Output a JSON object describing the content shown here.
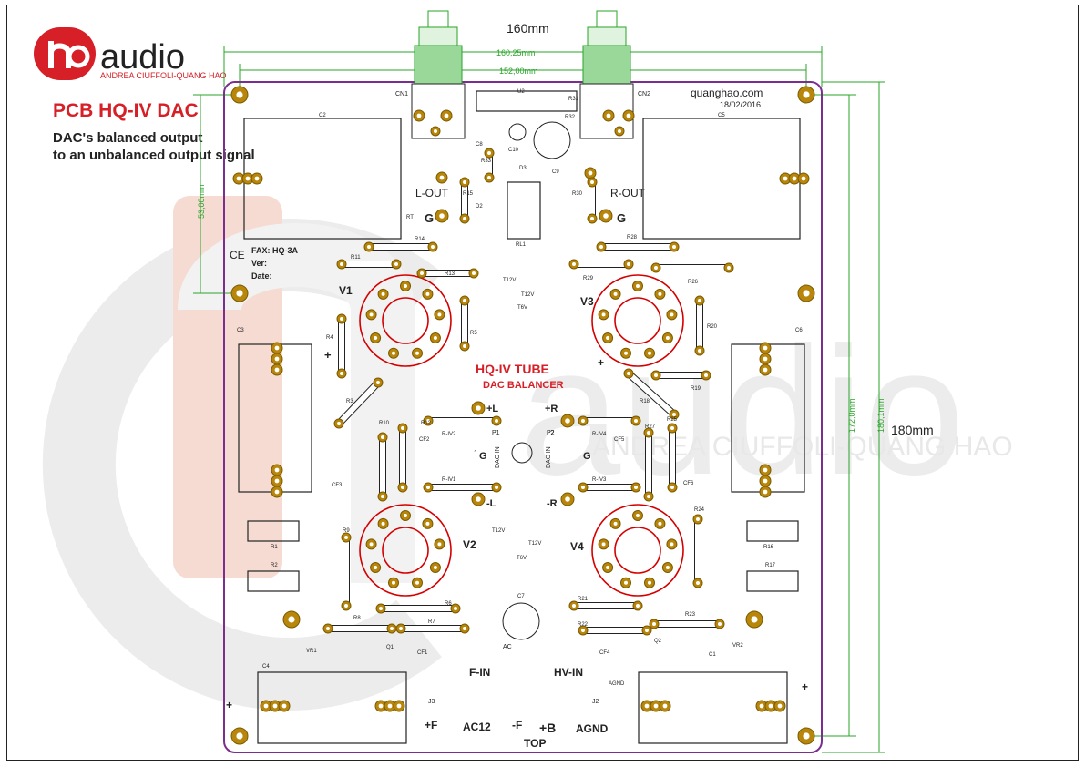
{
  "header": {
    "logo_text": "audio",
    "logo_sub": "ANDREA CIUFFOLI-QUANG HAO",
    "title": "PCB HQ-IV DAC",
    "desc_line1": "DAC's balanced output",
    "desc_line2": "to an unbalanced output signal"
  },
  "dimensions": {
    "width_top": "160mm",
    "width_outer": "160,25mm",
    "width_inner": "152,00mm",
    "height_left": "53,00mm",
    "height_inner": "172,0mm",
    "height_outer": "180,1mm",
    "height_label": "180mm"
  },
  "board": {
    "site": "quanghao.com",
    "date": "18/02/2016",
    "fax_label": "FAX: HQ-3A",
    "ver_label": "Ver:",
    "date_label": "Date:",
    "ce_mark": "CE",
    "center_title": "HQ-IV TUBE",
    "center_sub": "DAC BALANCER",
    "top_label": "TOP",
    "watermark": "audio",
    "watermark_sub": "ANDREA CIUFFOLI-QUANG HAO"
  },
  "tubes": [
    "V1",
    "V2",
    "V3",
    "V4"
  ],
  "connectors": {
    "cn1": "CN1",
    "cn2": "CN2",
    "l_out": "L-OUT",
    "r_out": "R-OUT",
    "g": "G",
    "plus_l": "+L",
    "minus_l": "-L",
    "plus_r": "+R",
    "minus_r": "-R",
    "f_in": "F-IN",
    "hv_in": "HV-IN",
    "plus_f": "+F",
    "minus_f": "-F",
    "ac12": "AC12",
    "plus_b": "+B",
    "agnd": "AGND",
    "agnd_small": "AGND",
    "ac_small": "AC",
    "j3": "J3",
    "j2": "J2",
    "p1": "P1",
    "p2": "P2",
    "dac_in": "DAC IN",
    "one": "1",
    "two": "2",
    "plus": "+"
  },
  "caps": [
    "C2",
    "C5",
    "C3",
    "C6",
    "C4",
    "C1",
    "C7",
    "C8",
    "C9",
    "C10",
    "CF1",
    "CF2",
    "CF3",
    "CF4",
    "CF5",
    "CF6"
  ],
  "resistors": [
    "R1",
    "R2",
    "R3",
    "R4",
    "R5",
    "R6",
    "R7",
    "R8",
    "R9",
    "R10",
    "R11",
    "R12",
    "R13",
    "R14",
    "R15",
    "R16",
    "R17",
    "R18",
    "R19",
    "R20",
    "R21",
    "R22",
    "R23",
    "R24",
    "R25",
    "R26",
    "R27",
    "R28",
    "R29",
    "R30",
    "R31",
    "R32",
    "R33",
    "R-IV1",
    "R-IV2",
    "R-IV3",
    "R-IV4",
    "RT"
  ],
  "semis": [
    "D2",
    "D3",
    "Q1",
    "Q2",
    "U2",
    "RL1",
    "VR1",
    "VR2"
  ],
  "traces": [
    "T12V",
    "T12V",
    "T6V",
    "T12V",
    "T12V",
    "T6V"
  ],
  "colors": {
    "outline": "#7a2f8e",
    "pad": "#b8860b",
    "tube": "#d40000",
    "dim": "#2aa52a",
    "title": "#d61f26",
    "watermark": "#e9e9e9",
    "wm_red": "#f3d7d0"
  }
}
